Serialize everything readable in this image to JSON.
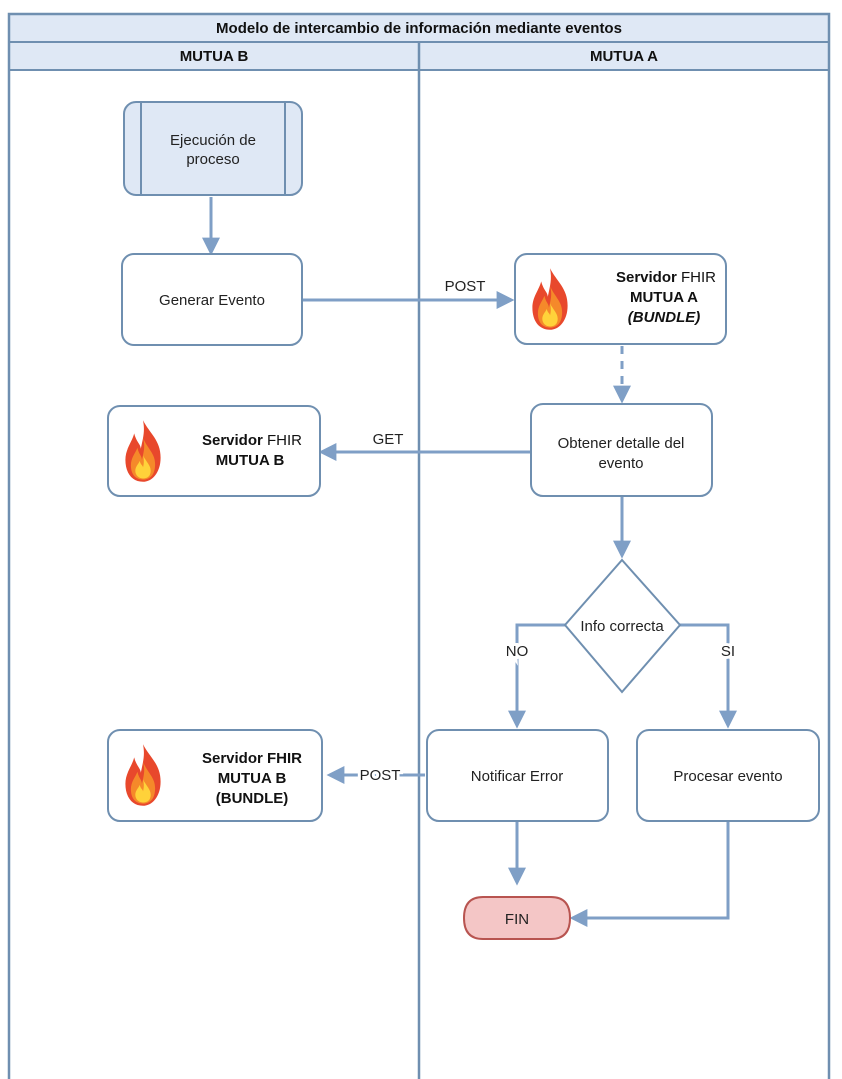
{
  "header": {
    "title": "Modelo de intercambio de información mediante eventos",
    "lane_left": "MUTUA  B",
    "lane_right": "MUTUA  A"
  },
  "nodes": {
    "ejecucion": {
      "line1": "Ejecución de",
      "line2": "proceso"
    },
    "generar": {
      "label": "Generar Evento"
    },
    "servidor_a": {
      "prefix": "Servidor",
      "suffix": " FHIR",
      "line2": "MUTUA A",
      "line3": "(BUNDLE)"
    },
    "servidor_b_get": {
      "prefix": "Servidor",
      "suffix": " FHIR",
      "line2": "MUTUA B"
    },
    "obtener": {
      "line1": "Obtener detalle del",
      "line2": "evento"
    },
    "decision": {
      "label": "Info correcta"
    },
    "notificar": {
      "label": "Notificar Error"
    },
    "procesar": {
      "label": "Procesar evento"
    },
    "servidor_b_post": {
      "line1": "Servidor FHIR",
      "line2": "MUTUA B",
      "line3": "(BUNDLE)"
    },
    "fin": {
      "label": "FIN"
    }
  },
  "edges": {
    "post_1": "POST",
    "get": "GET",
    "no": "NO",
    "si": "SI",
    "post_2": "POST"
  },
  "icons": {
    "server_icon": "fire-icon"
  },
  "colors": {
    "border": "#6f8fb0",
    "flow": "#7f9fc6",
    "header_fill": "#dfe8f5",
    "fin_fill": "#f4c6c6",
    "fin_stroke": "#b85450"
  }
}
